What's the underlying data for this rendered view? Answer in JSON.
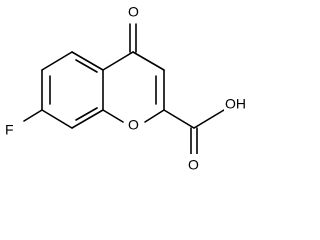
{
  "molecule": {
    "atoms": {
      "oxygen_carbonyl": "O",
      "oxygen_ring": "O",
      "fluorine": "F",
      "hydroxyl": "OH",
      "oxygen_acid": "O"
    },
    "colors": {
      "bond": "#000000",
      "label": "#000000",
      "background": "#ffffff"
    }
  }
}
